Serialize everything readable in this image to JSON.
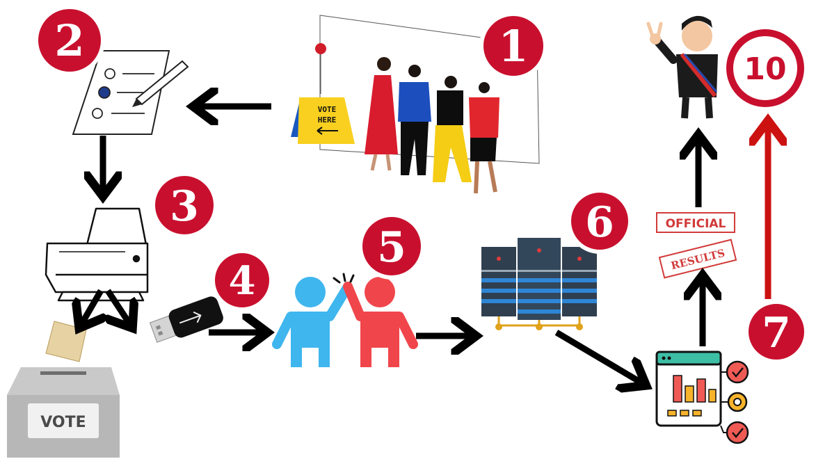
{
  "steps": {
    "s1": "1",
    "s2": "2",
    "s3": "3",
    "s4": "4",
    "s5": "5",
    "s6": "6",
    "s7": "7",
    "s10": "10"
  },
  "signs": {
    "vote_here_line1": "VOTE",
    "vote_here_line2": "HERE",
    "ballot_box_label": "VOTE"
  },
  "stamps": {
    "official": "OFFICIAL",
    "results": "RESULTS"
  },
  "colors": {
    "badge_red": "#c8102e",
    "arrow_black": "#000000",
    "arrow_red": "#cc1111",
    "person_blue": "#3fb6ee",
    "person_red": "#f0464b",
    "server_dark": "#2f3f4f",
    "server_blue": "#2f86d6",
    "server_rail": "#e0a21b"
  },
  "icons": [
    "voters-queue",
    "ballot-form-icon",
    "printer-icon",
    "ballot-box-icon",
    "usb-drive-icon",
    "high-five-icon",
    "server-rack-icon",
    "dashboard-chart-icon",
    "winner-figure"
  ]
}
